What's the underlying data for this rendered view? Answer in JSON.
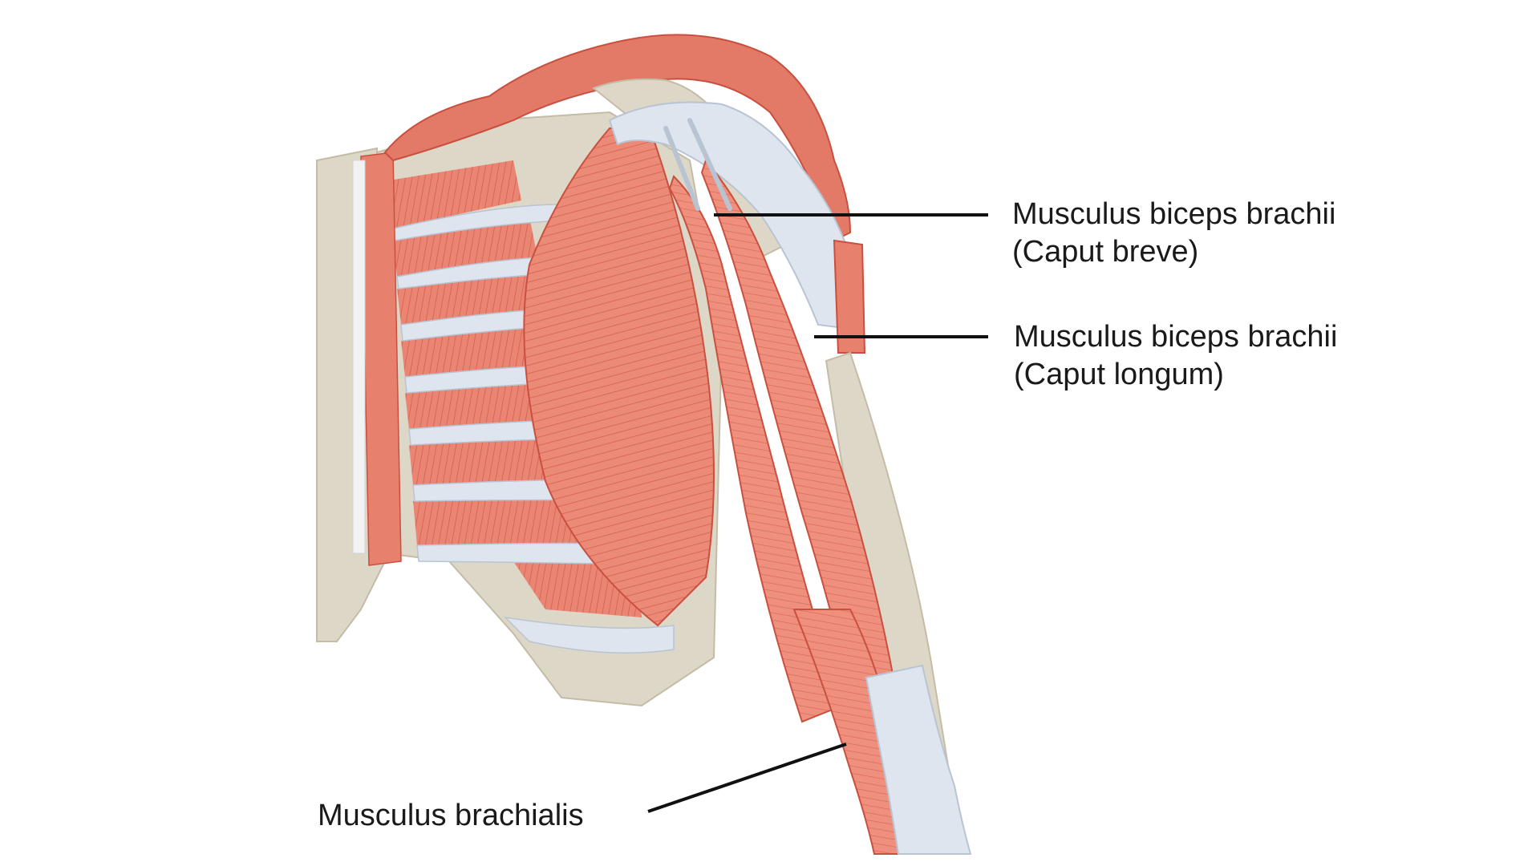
{
  "labels": {
    "biceps_short": {
      "line1": "Musculus biceps brachii",
      "line2": "(Caput breve)"
    },
    "biceps_long": {
      "line1": "Musculus biceps brachii",
      "line2": "(Caput longum)"
    },
    "brachialis": {
      "line1": "Musculus brachialis"
    }
  },
  "colors": {
    "muscle": "#ec8a78",
    "muscle_dark": "#d26a58",
    "muscle_stripe": "#c9503f",
    "tendon": "#dfe5ee",
    "tendon_edge": "#b9c4d3",
    "bone": "#ddd7c7",
    "bone_edge": "#c4bca7",
    "leader": "#111111"
  }
}
